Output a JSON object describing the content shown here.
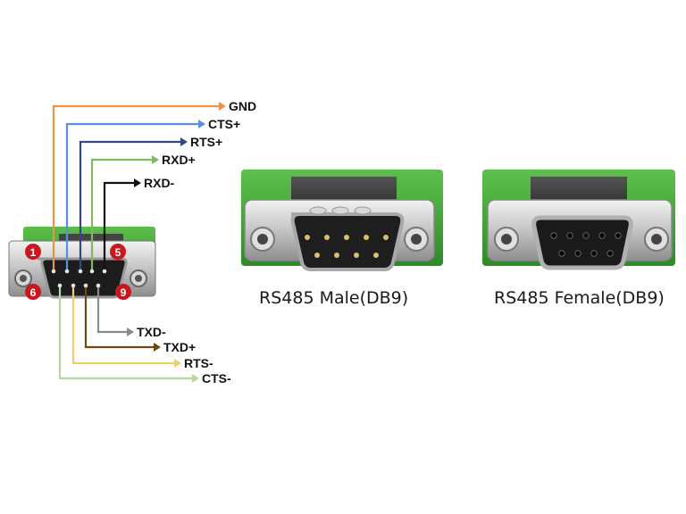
{
  "pinout": {
    "top_signals": [
      {
        "label": "GND",
        "color": "#e8934a"
      },
      {
        "label": "CTS+",
        "color": "#5b8fd6"
      },
      {
        "label": "RTS+",
        "color": "#2e4a86"
      },
      {
        "label": "RXD+",
        "color": "#7dba5e"
      },
      {
        "label": "RXD-",
        "color": "#111111"
      }
    ],
    "bottom_signals": [
      {
        "label": "TXD-",
        "color": "#8a8a8a"
      },
      {
        "label": "TXD+",
        "color": "#6b4a12"
      },
      {
        "label": "RTS-",
        "color": "#f0cf6a"
      },
      {
        "label": "CTS-",
        "color": "#b7d79e"
      }
    ],
    "pin_markers": {
      "pin1": "1",
      "pin5": "5",
      "pin6": "6",
      "pin9": "9"
    },
    "marker_color": "#c8181e"
  },
  "connectors": {
    "male_caption": "RS485 Male(DB9)",
    "female_caption": "RS485 Female(DB9)",
    "terminal_color": "#4aa23c"
  }
}
